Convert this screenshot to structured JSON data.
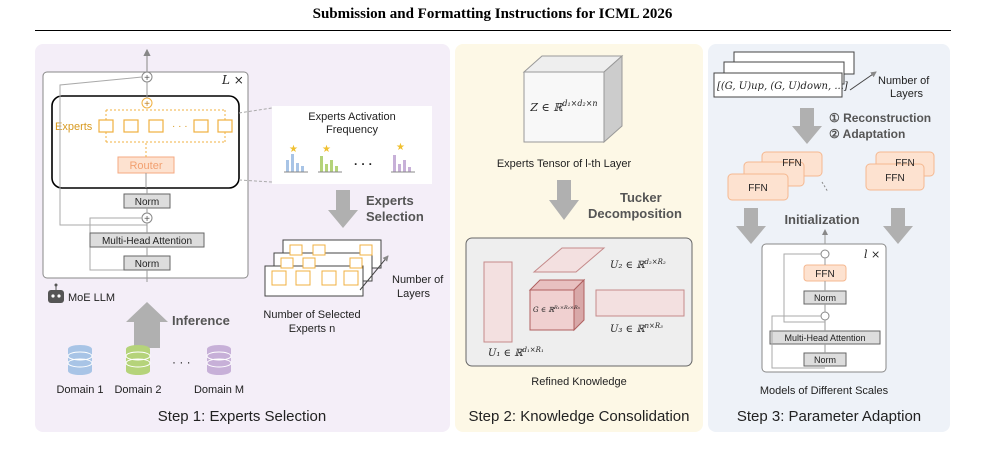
{
  "header": {
    "title": "Submission and Formatting Instructions for ICML 2026"
  },
  "colors": {
    "panel1": "#f4eef8",
    "panel2": "#fdf8e6",
    "panel3": "#eef2f8",
    "orange": "#f0b040",
    "router": "#f5a982",
    "gray_arrow": "#b0b0b0",
    "tensor_red": "#c58a8a"
  },
  "step1": {
    "title": "Step 1: Experts Selection",
    "layer_mult": "L ×",
    "experts_label": "Experts",
    "dots": "· · ·",
    "router": "Router",
    "norm_top": "Norm",
    "mha": "Multi-Head Attention",
    "norm_bottom": "Norm",
    "llm_label": "MoE LLM",
    "inference": "Inference",
    "activation_line1": "Experts Activation",
    "activation_line2": "Frequency",
    "selection_line1": "Experts",
    "selection_line2": "Selection",
    "num_layers_line1": "Number of",
    "num_layers_line2": "Layers",
    "num_selected_line1": "Number of Selected",
    "num_selected_line2": "Experts n",
    "domains": [
      "Domain 1",
      "Domain 2",
      "Domain M"
    ],
    "domain_dots": "· · ·"
  },
  "step2": {
    "title": "Step 2: Knowledge Consolidation",
    "tensor_formula": "Z ∈ ℝ^{d1×d2×n}",
    "tensor_caption": "Experts Tensor of l-th Layer",
    "tucker_line1": "Tucker",
    "tucker_line2": "Decomposition",
    "u1": "U1 ∈ ℝ^{d1×R1}",
    "u2": "U2 ∈ ℝ^{d2×R2}",
    "u3": "U3 ∈ ℝ^{n×R3}",
    "core": "G ∈ ℝ^{R1×R2×R3}",
    "refined": "Refined Knowledge"
  },
  "step3": {
    "title": "Step 3: Parameter Adaption",
    "stack_text": "[(G, U)up, (G, U)down, ...]",
    "num_layers_line1": "Number of",
    "num_layers_line2": "Layers",
    "step_reconstruction": "① Reconstruction",
    "step_adaptation": "② Adaptation",
    "ffn": "FFN",
    "initialization": "Initialization",
    "layer_mult": "l ×",
    "norm_top": "Norm",
    "mha": "Multi-Head Attention",
    "norm_bottom": "Norm",
    "models_caption": "Models of Different Scales"
  }
}
